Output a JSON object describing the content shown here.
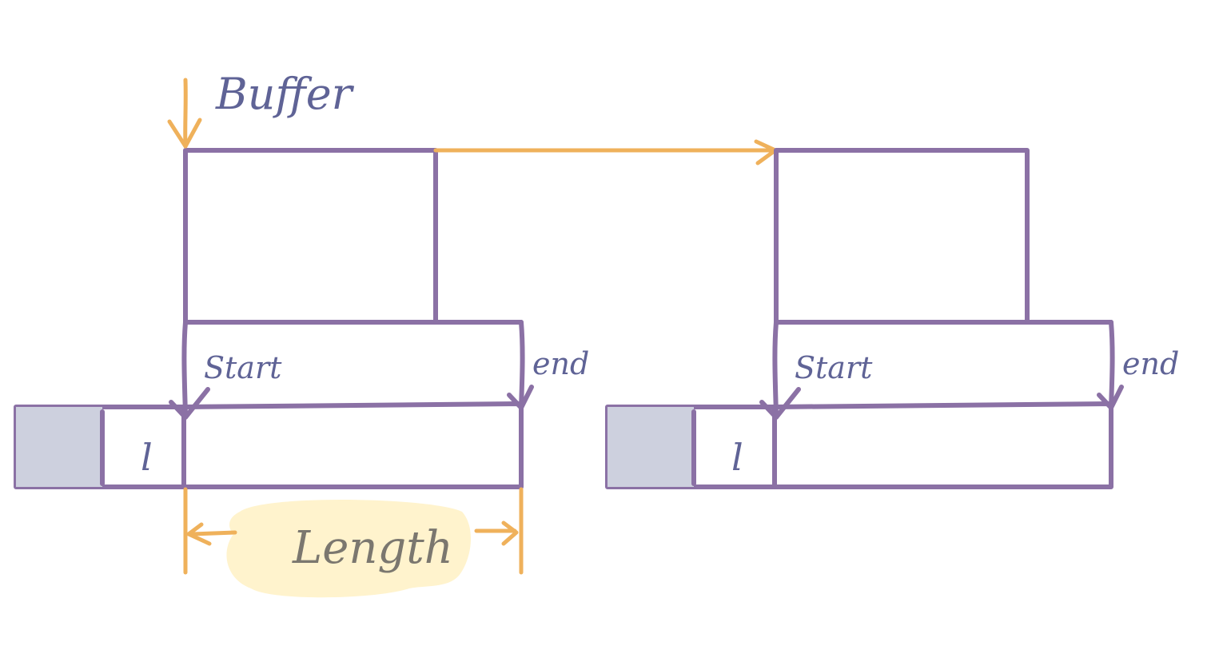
{
  "labels": {
    "buffer": "Buffer",
    "start": "Start",
    "end": "end",
    "length": "Length",
    "item_marker": "l"
  },
  "colors": {
    "structure": "#8b71a5",
    "accent": "#efb15b",
    "text": "#5f6396",
    "length_text": "#7b776f",
    "highlight": "#fff3cd",
    "cell_fill": "#cdd0de"
  }
}
